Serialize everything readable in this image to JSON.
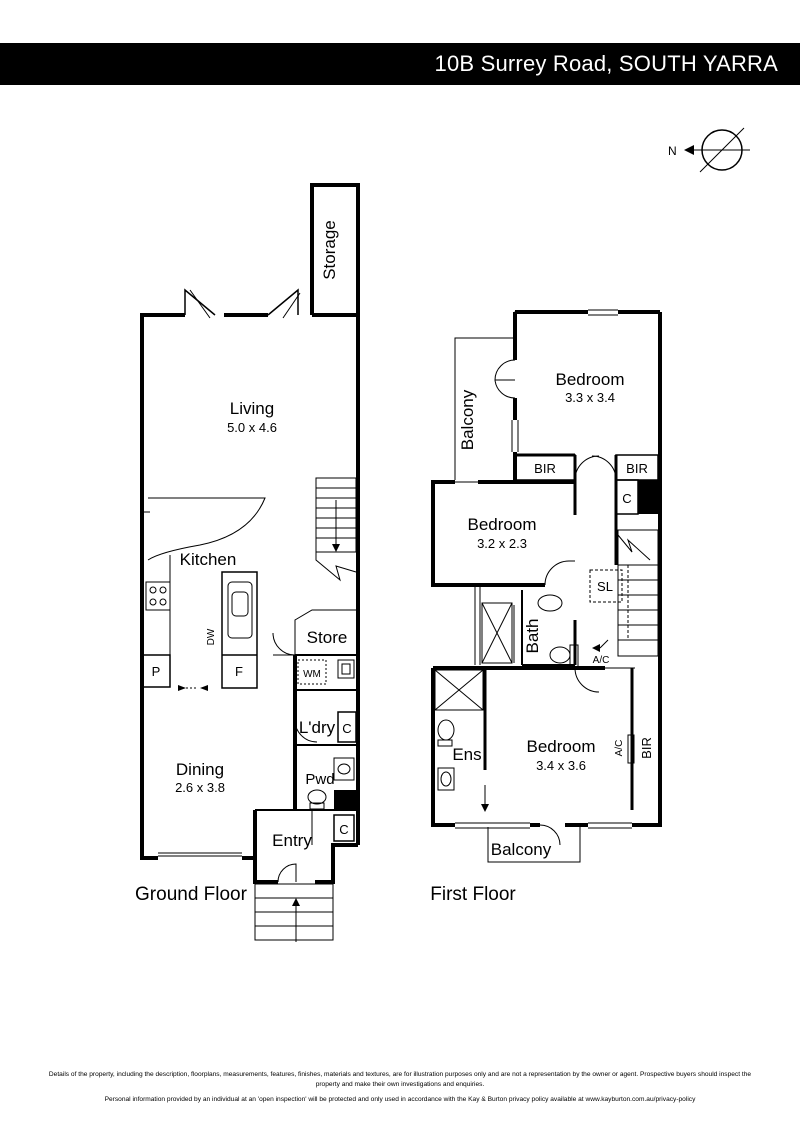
{
  "header": {
    "address": "10B Surrey Road, SOUTH YARRA"
  },
  "compass": {
    "north_label": "N"
  },
  "ground_floor": {
    "title": "Ground Floor",
    "rooms": {
      "storage": "Storage",
      "living": "Living",
      "living_dims": "5.0 x 4.6",
      "kitchen": "Kitchen",
      "dw": "DW",
      "pantry": "P",
      "fridge": "F",
      "store": "Store",
      "wm": "WM",
      "laundry": "L'dry",
      "cupboard1": "C",
      "pwd": "Pwd",
      "cupboard2": "C",
      "dining": "Dining",
      "dining_dims": "2.6 x 3.8",
      "entry": "Entry"
    }
  },
  "first_floor": {
    "title": "First Floor",
    "rooms": {
      "balcony1": "Balcony",
      "bedroom1": "Bedroom",
      "bedroom1_dims": "3.3 x 3.4",
      "bir1": "BIR",
      "bir2": "BIR",
      "cupboard": "C",
      "bedroom2": "Bedroom",
      "bedroom2_dims": "3.2 x 2.3",
      "sl": "SL",
      "bath": "Bath",
      "ac1": "A/C",
      "ens": "Ens",
      "bedroom3": "Bedroom",
      "bedroom3_dims": "3.4 x 3.6",
      "ac2": "A/C",
      "bir3": "BIR",
      "balcony2": "Balcony"
    }
  },
  "disclaimer": {
    "line1": "Details of the property, including the description, floorplans, measurements, features, finishes, materials and textures, are for illustration purposes only and are not a representation by the owner or agent.  Prospective buyers should inspect the",
    "line2": "property and make their own investigations and enquiries.",
    "line3": "Personal information provided by an individual at an 'open inspection' will be protected and only used in accordance with the Kay & Burton privacy policy available at www.kayburton.com.au/privacy-policy"
  }
}
